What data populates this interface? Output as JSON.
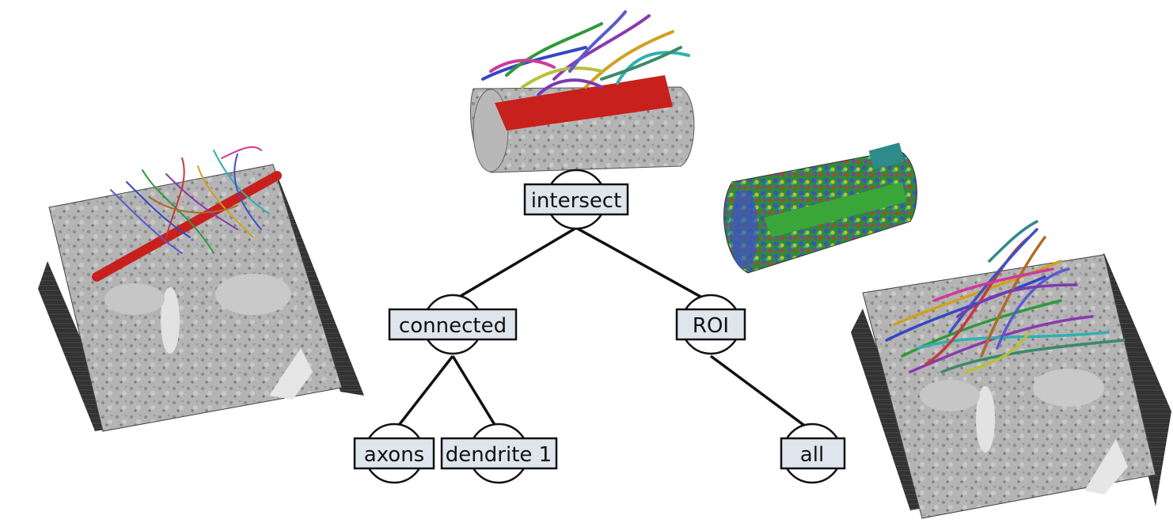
{
  "tree": {
    "root": {
      "label": "intersect"
    },
    "connected": {
      "label": "connected"
    },
    "roi": {
      "label": "ROI"
    },
    "axons": {
      "label": "axons"
    },
    "dendrite": {
      "label": "dendrite 1"
    },
    "all": {
      "label": "all"
    }
  },
  "colors": {
    "node_fill": "#dfe5ec",
    "edge": "#111111",
    "dendrite_red": "#c8201c",
    "dendrite_green": "#3aa63a",
    "em_gray": "#a8a8a8",
    "stack_dark": "#2c2c2c"
  },
  "images": [
    {
      "name": "left-em-stack",
      "content": "EM volume with red dendrite and colored axons"
    },
    {
      "name": "top-cylinder",
      "content": "cylindrical ROI with segmented neurites"
    },
    {
      "name": "right-cylinder",
      "content": "cylindrical ROI fully segmented around green dendrite"
    },
    {
      "name": "right-em-stack",
      "content": "EM volume with dense colored neurites"
    }
  ]
}
